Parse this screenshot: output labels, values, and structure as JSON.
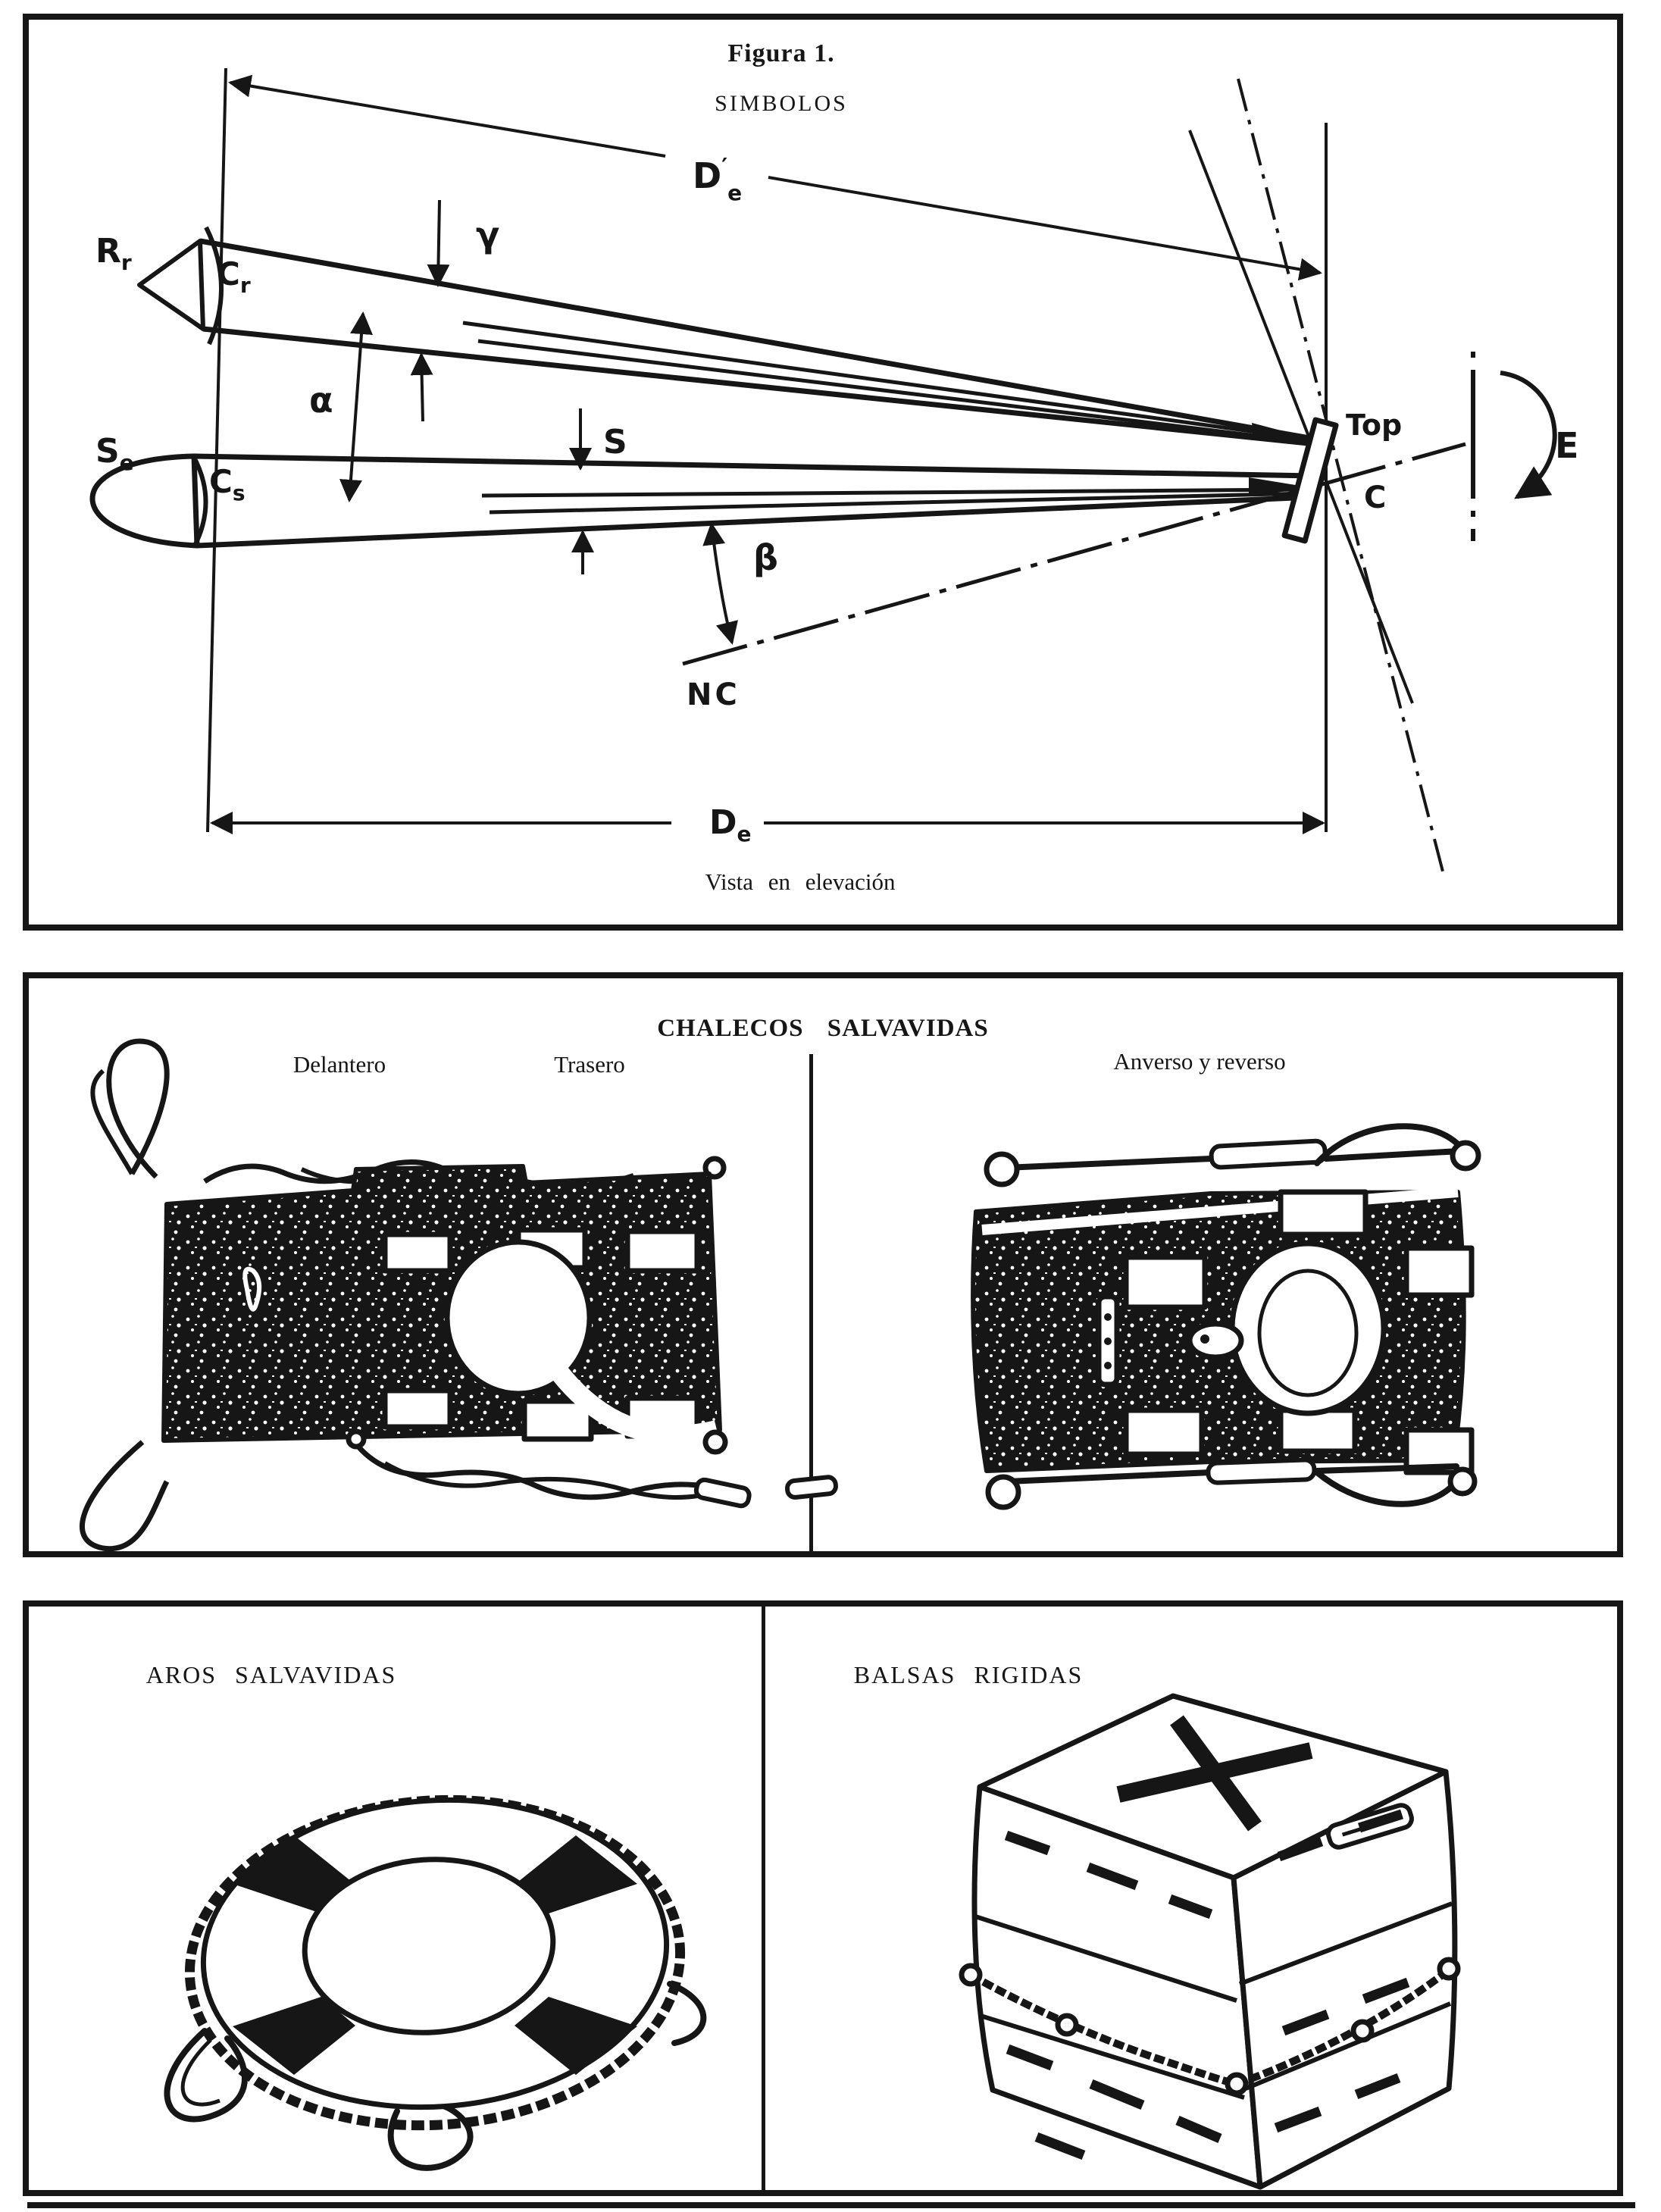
{
  "page": {
    "colors": {
      "ink": "#161616",
      "paper": "#ffffff"
    },
    "figura": {
      "title": "Figura 1.",
      "subtitle": "SIMBOLOS",
      "caption": "Vista en elevación",
      "sym": {
        "dprime_base": "D",
        "dprime_mark": "′",
        "dprime_sub": "e",
        "de_base": "D",
        "de_sub": "e",
        "rr_base": "R",
        "rr_sub": "r",
        "cr_base": "C",
        "cr_sub": "r",
        "se_base": "S",
        "se_sub": "e",
        "cs_base": "C",
        "cs_sub": "s",
        "alpha": "α",
        "gamma": "γ",
        "beta": "β",
        "s": "S",
        "nc": "NC",
        "top": "Top",
        "c": "C",
        "e": "E"
      }
    },
    "chalecos": {
      "title": "CHALECOS SALVAVIDAS",
      "delantero": "Delantero",
      "trasero": "Trasero",
      "anverso": "Anverso y reverso"
    },
    "bottom": {
      "aros": "AROS SALVAVIDAS",
      "balsas": "BALSAS RIGIDAS"
    }
  }
}
